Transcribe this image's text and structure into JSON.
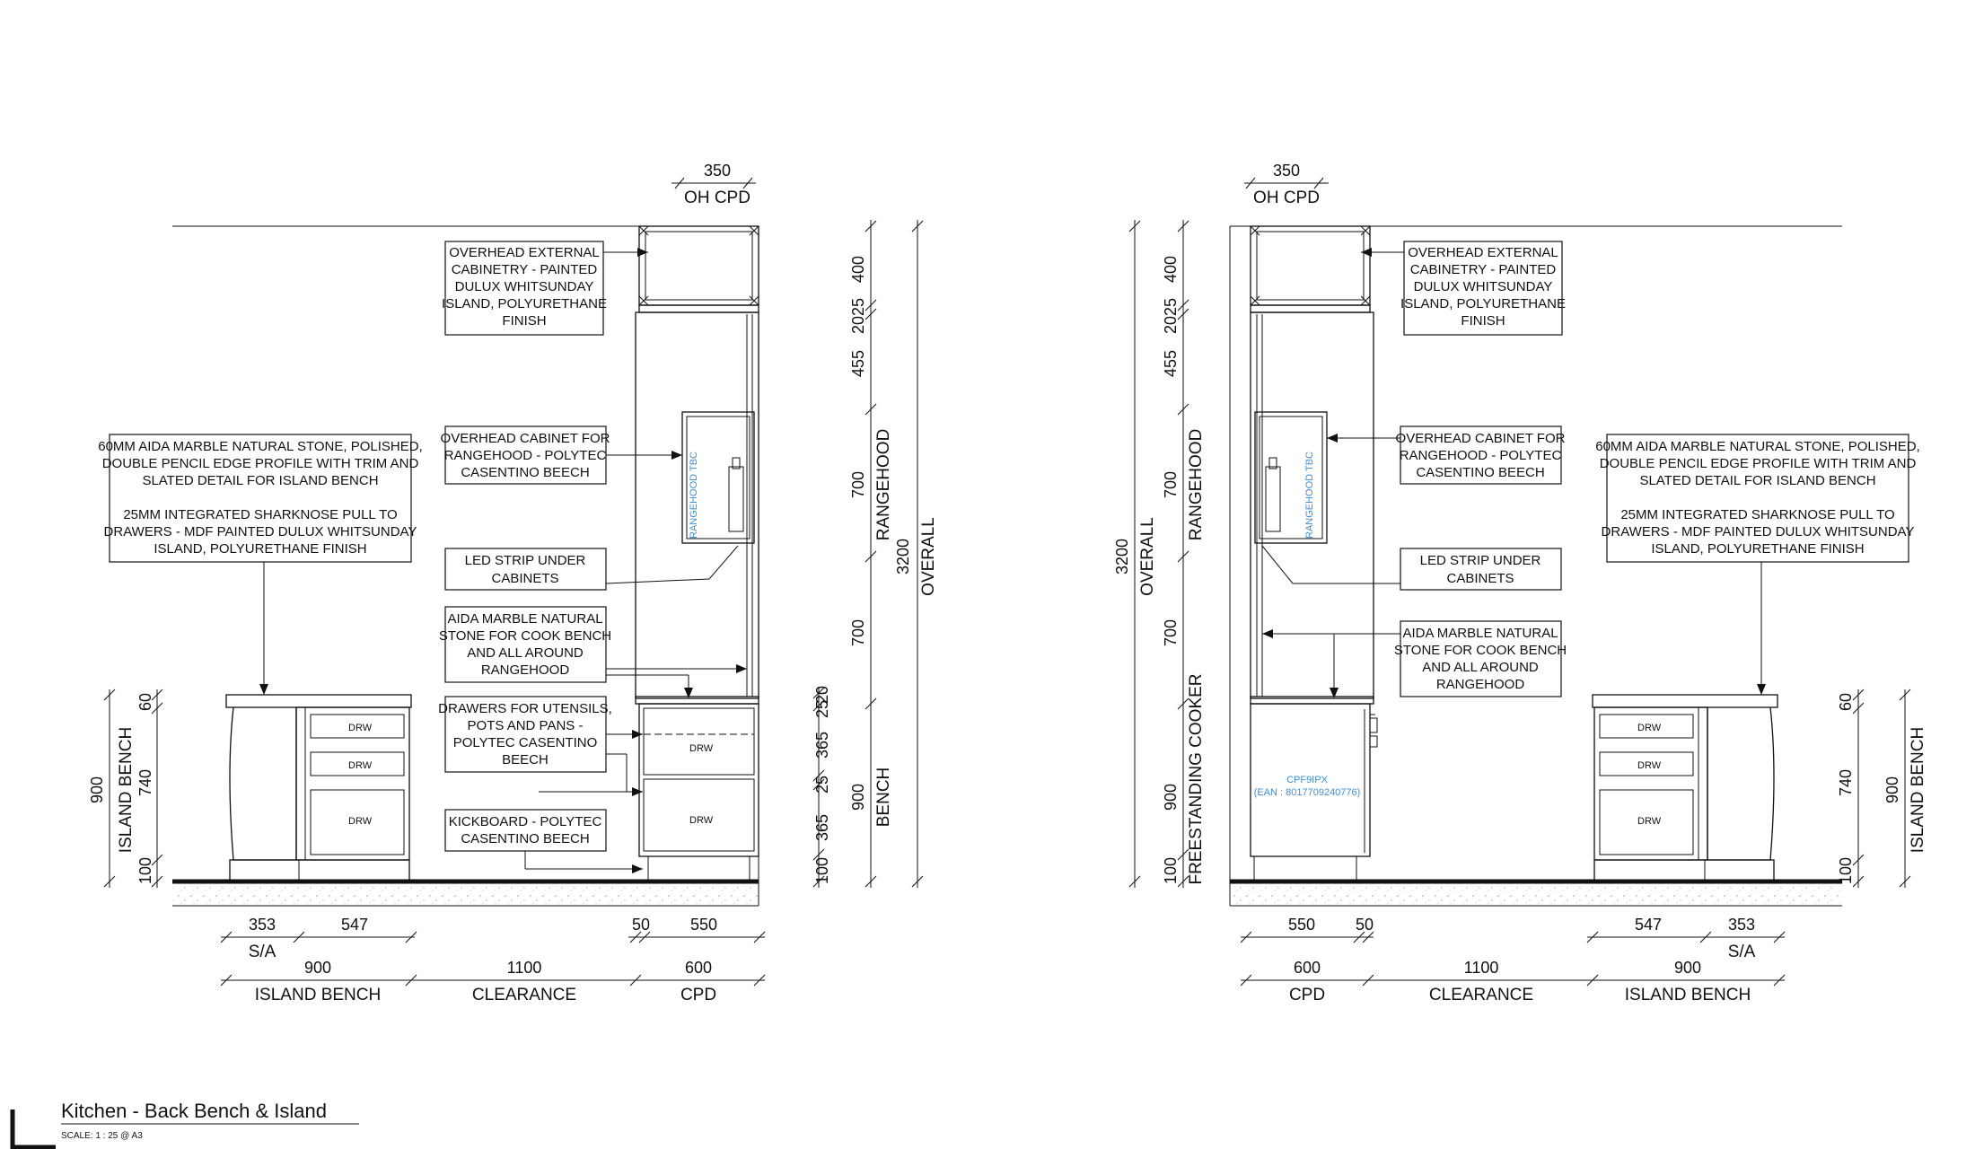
{
  "title": {
    "text": "Kitchen - Back Bench & Island",
    "scale": "SCALE: 1 : 25 @ A3"
  },
  "notes": {
    "overhead_external": [
      "OVERHEAD EXTERNAL",
      "CABINETRY - PAINTED",
      "DULUX WHITSUNDAY",
      "ISLAND, POLYURETHANE",
      "FINISH"
    ],
    "overhead_cabinet": [
      "OVERHEAD CABINET FOR",
      "RANGEHOOD - POLYTEC",
      "CASENTINO BEECH"
    ],
    "led_strip": [
      "LED STRIP UNDER",
      "CABINETS"
    ],
    "aida_marble": [
      "AIDA MARBLE NATURAL",
      "STONE FOR COOK BENCH",
      "AND ALL AROUND",
      "RANGEHOOD"
    ],
    "drawers_utensils": [
      "DRAWERS FOR UTENSILS,",
      "POTS AND PANS -",
      "POLYTEC CASENTINO",
      "BEECH"
    ],
    "kickboard": [
      "KICKBOARD - POLYTEC",
      "CASENTINO BEECH"
    ],
    "island_stone": [
      "60MM AIDA MARBLE NATURAL STONE, POLISHED,",
      "DOUBLE PENCIL EDGE PROFILE WITH TRIM AND",
      "SLATED DETAIL FOR ISLAND BENCH",
      "",
      "25MM INTEGRATED SHARKNOSE PULL TO",
      "DRAWERS - MDF PAINTED DULUX WHITSUNDAY",
      "ISLAND, POLYURETHANE FINISH"
    ]
  },
  "labels": {
    "drw": "DRW",
    "rangehood_tbc": "RANGEHOOD TBC",
    "cooker_model": "CPF9IPX",
    "cooker_ean": "(EAN : 8017709240776)"
  },
  "left_view": {
    "top_dim": "350",
    "top_label": "OH CPD",
    "right_dims": [
      "400",
      "25",
      "20",
      "455",
      "700",
      "700",
      "20",
      "25",
      "365",
      "25",
      "365",
      "100"
    ],
    "rangehood_label": "RANGEHOOD",
    "bench_dim": "900",
    "bench_label": "BENCH",
    "overall_dim": "3200",
    "overall_label": "OVERALL",
    "island_dims": [
      "900",
      "740",
      "60",
      "100"
    ],
    "island_label": "ISLAND BENCH",
    "bottom_row1": [
      "353",
      "547",
      "50",
      "550"
    ],
    "sa_label": "S/A",
    "bottom_row2": [
      "900",
      "1100",
      "600"
    ],
    "bottom_labels": [
      "ISLAND BENCH",
      "CLEARANCE",
      "CPD"
    ]
  },
  "right_view": {
    "top_dim": "350",
    "top_label": "OH CPD",
    "left_dims": [
      "400",
      "25",
      "20",
      "455",
      "700",
      "700",
      "900",
      "100"
    ],
    "overall_dim": "3200",
    "overall_label": "OVERALL",
    "rangehood_label": "RANGEHOOD",
    "cooker_label": "FREESTANDING COOKER",
    "island_dims": [
      "900",
      "740",
      "60",
      "100"
    ],
    "island_label": "ISLAND BENCH",
    "bottom_row1": [
      "550",
      "50",
      "547",
      "353"
    ],
    "sa_label": "S/A",
    "bottom_row2": [
      "600",
      "1100",
      "900"
    ],
    "bottom_labels": [
      "CPD",
      "CLEARANCE",
      "ISLAND BENCH"
    ]
  }
}
